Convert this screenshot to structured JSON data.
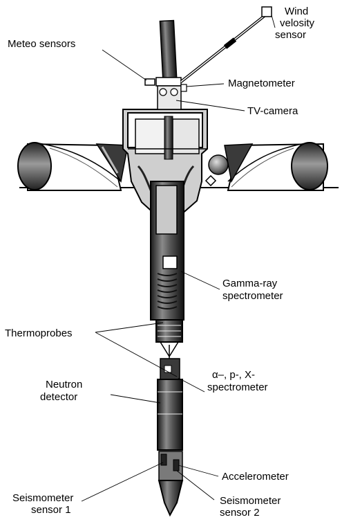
{
  "labels": {
    "meteo": "Meteo sensors",
    "wind_1": "Wind",
    "wind_2": "velosity",
    "wind_3": "sensor",
    "magnetometer": "Magnetometer",
    "tv_camera": "TV-camera",
    "gamma_1": "Gamma-ray",
    "gamma_2": "spectrometer",
    "thermoprobes": "Thermoprobes",
    "alpha_1": "α–, p-, X-",
    "alpha_2": "spectrometer",
    "neutron_1": "Neutron",
    "neutron_2": "detector",
    "accelerometer": "Accelerometer",
    "seis1_1": "Seismometer",
    "seis1_2": "sensor 1",
    "seis2_1": "Seismometer",
    "seis2_2": "sensor 2"
  },
  "colors": {
    "ink": "#000000",
    "dark": "#1a1a1a",
    "mid": "#6e6e6e",
    "light": "#bdbdbd",
    "paper": "#ffffff"
  }
}
